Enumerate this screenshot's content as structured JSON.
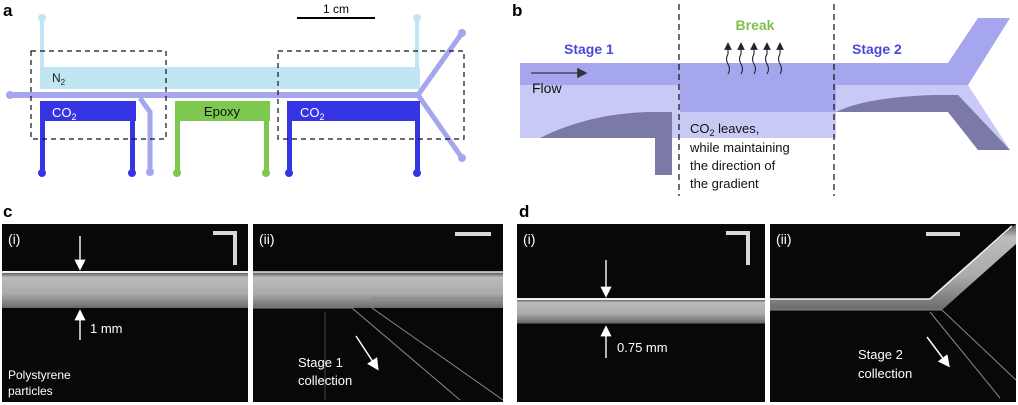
{
  "panels": {
    "a": {
      "label": "a",
      "scale_bar": "1 cm",
      "n2": "N",
      "n2_sub": "2",
      "co2_left": "CO",
      "co2_left_sub": "2",
      "epoxy": "Epoxy",
      "co2_right": "CO",
      "co2_right_sub": "2"
    },
    "b": {
      "label": "b",
      "stage1": "Stage 1",
      "break": "Break",
      "stage2": "Stage 2",
      "flow": "Flow",
      "note_line1a": "CO",
      "note_line1_sub": "2",
      "note_line1b": " leaves,",
      "note_line2": "while maintaining",
      "note_line3": "the direction of",
      "note_line4": "the gradient"
    },
    "c": {
      "label": "c",
      "i": "(i)",
      "ii": "(ii)",
      "dim": "1 mm",
      "particles_line1": "Polystyrene",
      "particles_line2": "particles",
      "collection_line1": "Stage 1",
      "collection_line2": "collection"
    },
    "d": {
      "label": "d",
      "i": "(i)",
      "ii": "(ii)",
      "dim": "0.75 mm",
      "collection_line1": "Stage 2",
      "collection_line2": "collection"
    }
  },
  "colors": {
    "light_blue": "#bfe6f2",
    "lavender": "#a6a6ee",
    "blue": "#3535e6",
    "green": "#7ec850",
    "stage_text": "#4a4ad8",
    "break_text": "#7fbf4f",
    "grey_purple": "#7b7aa6"
  }
}
